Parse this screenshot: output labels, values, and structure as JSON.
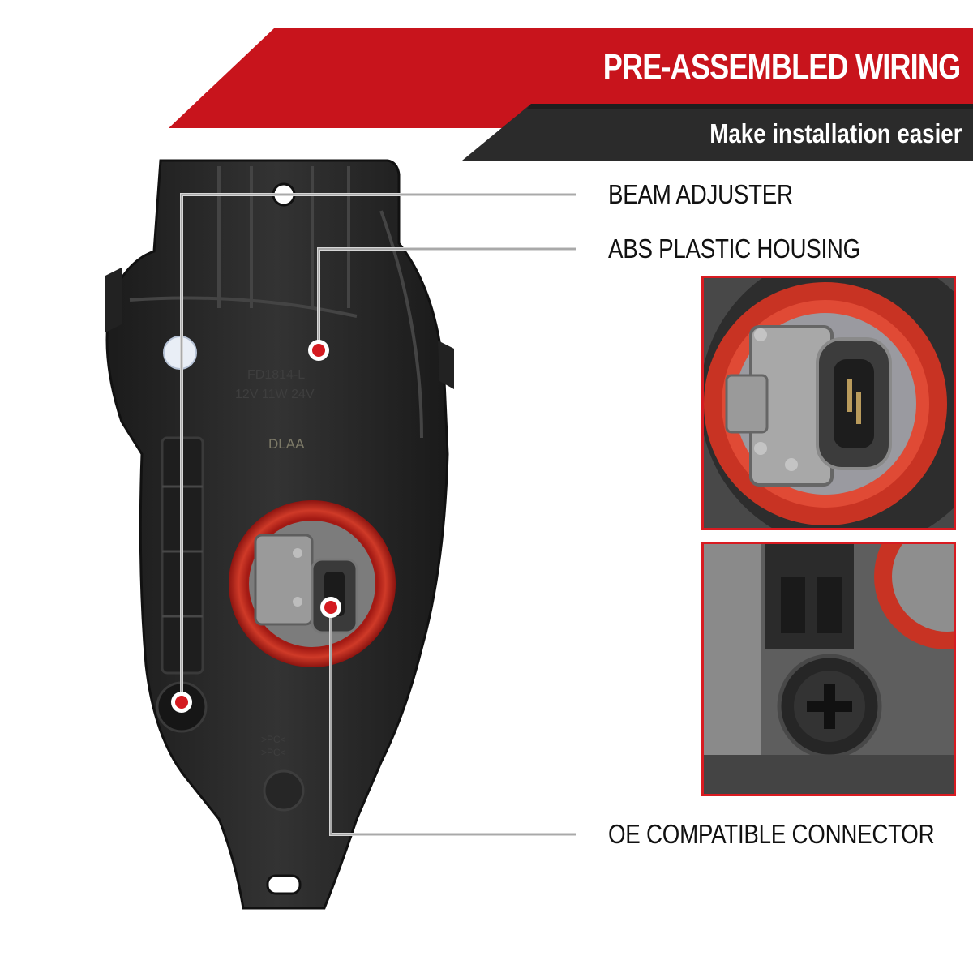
{
  "header": {
    "title": "PRE-ASSEMBLED WIRING",
    "subtitle": "Make installation easier"
  },
  "callouts": {
    "beam_adjuster": "BEAM ADJUSTER",
    "abs_housing": "ABS PLASTIC HOUSING",
    "oe_connector": "OE COMPATIBLE CONNECTOR"
  },
  "housing_markings": {
    "part_code": "FD1814-L",
    "rating": "12V  11W  24V",
    "brand_mark": "DLAA",
    "material_1": ">PC<",
    "material_2": ">PC<"
  },
  "colors": {
    "accent_red": "#c8141c",
    "dark_band": "#2b2b2b",
    "housing": "#2a2a2a",
    "gasket": "#c2281f",
    "connector": "#8f8f8f",
    "inset_border": "#d81b21"
  },
  "icons": [
    "callout-dot-icon"
  ]
}
